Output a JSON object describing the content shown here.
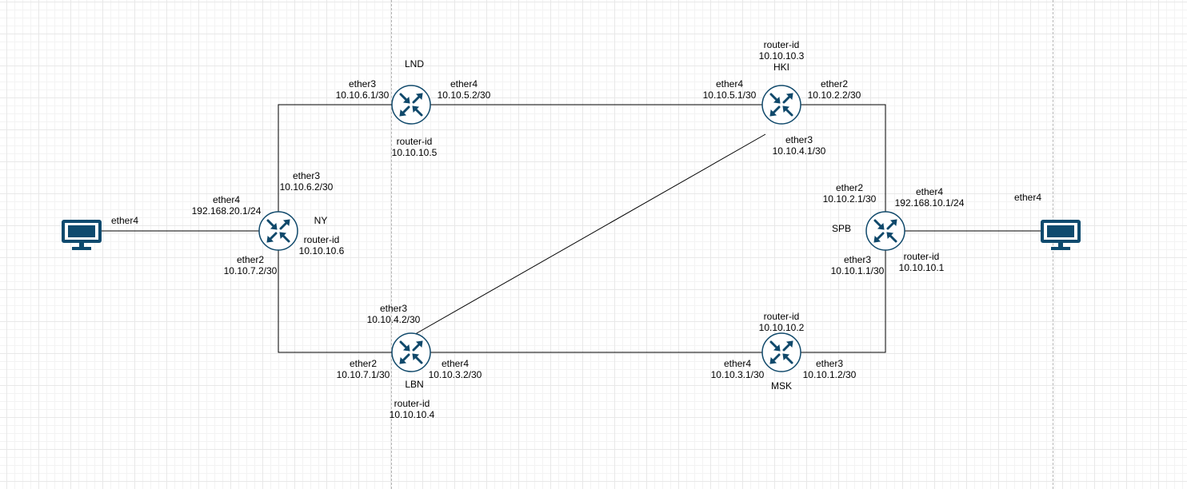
{
  "colors": {
    "router_fill": "#ffffff",
    "router_stroke": "#10496b",
    "link": "#000000",
    "pc": "#0e4a6e"
  },
  "routers": [
    {
      "id": "lnd",
      "name": "LND",
      "router_id_label": "router-id",
      "router_id": "10.10.10.5",
      "icon": "router-icon"
    },
    {
      "id": "hki",
      "name": "HKI",
      "router_id_label": "router-id",
      "router_id": "10.10.10.3",
      "icon": "router-icon"
    },
    {
      "id": "ny",
      "name": "NY",
      "router_id_label": "router-id",
      "router_id": "10.10.10.6",
      "icon": "router-icon"
    },
    {
      "id": "spb",
      "name": "SPB",
      "router_id_label": "router-id",
      "router_id": "10.10.10.1",
      "icon": "router-icon"
    },
    {
      "id": "lbn",
      "name": "LBN",
      "router_id_label": "router-id",
      "router_id": "10.10.10.4",
      "icon": "router-icon"
    },
    {
      "id": "msk",
      "name": "MSK",
      "router_id_label": "router-id",
      "router_id": "10.10.10.2",
      "icon": "router-icon"
    }
  ],
  "interfaces": {
    "lnd_ether3": {
      "name": "ether3",
      "ip": "10.10.6.1/30"
    },
    "lnd_ether4": {
      "name": "ether4",
      "ip": "10.10.5.2/30"
    },
    "hki_ether4": {
      "name": "ether4",
      "ip": "10.10.5.1/30"
    },
    "hki_ether2": {
      "name": "ether2",
      "ip": "10.10.2.2/30"
    },
    "hki_ether3": {
      "name": "ether3",
      "ip": "10.10.4.1/30"
    },
    "ny_ether3": {
      "name": "ether3",
      "ip": "10.10.6.2/30"
    },
    "ny_ether4": {
      "name": "ether4",
      "ip": "192.168.20.1/24"
    },
    "ny_ether2": {
      "name": "ether2",
      "ip": "10.10.7.2/30"
    },
    "spb_ether2": {
      "name": "ether2",
      "ip": "10.10.2.1/30"
    },
    "spb_ether4": {
      "name": "ether4",
      "ip": "192.168.10.1/24"
    },
    "spb_ether3": {
      "name": "ether3",
      "ip": "10.10.1.1/30"
    },
    "lbn_ether3": {
      "name": "ether3",
      "ip": "10.10.4.2/30"
    },
    "lbn_ether2": {
      "name": "ether2",
      "ip": "10.10.7.1/30"
    },
    "lbn_ether4": {
      "name": "ether4",
      "ip": "10.10.3.2/30"
    },
    "msk_ether4": {
      "name": "ether4",
      "ip": "10.10.3.1/30"
    },
    "msk_ether3": {
      "name": "ether3",
      "ip": "10.10.1.2/30"
    }
  },
  "hosts": [
    {
      "id": "pc-left",
      "port": "ether4",
      "icon": "monitor-icon"
    },
    {
      "id": "pc-right",
      "port": "ether4",
      "icon": "monitor-icon"
    }
  ]
}
